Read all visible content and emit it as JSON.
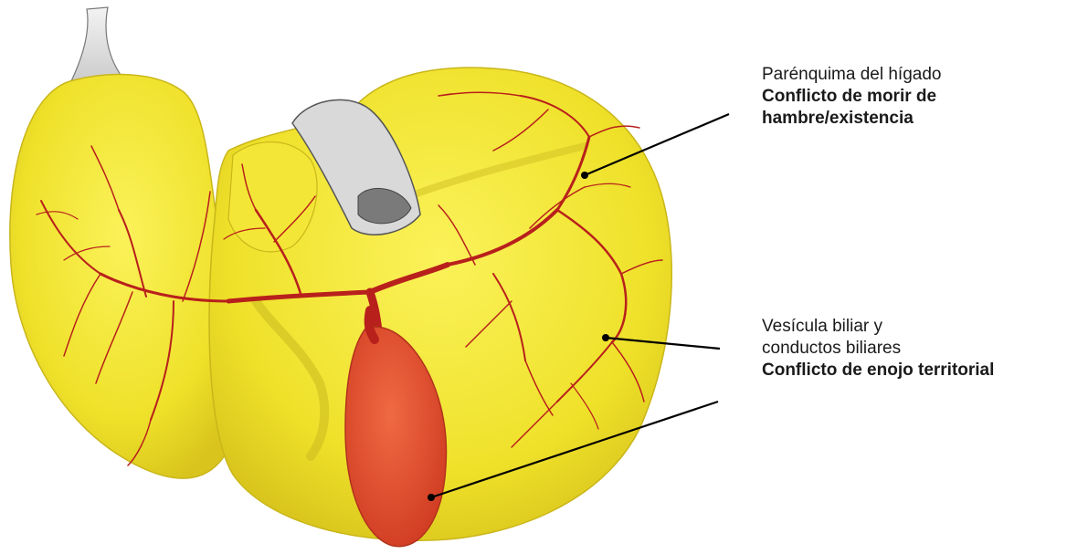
{
  "labels": {
    "liver": {
      "line1": "Parénquima del hígado",
      "line2": "Conflicto de morir de",
      "line3": "hambre/existencia"
    },
    "gallbladder": {
      "line1": "Vesícula biliar y",
      "line2": "conductos biliares",
      "line3": "Conflicto de enojo territorial"
    }
  },
  "colors": {
    "liver_fill": "#f2e62c",
    "liver_shade": "#d9c81e",
    "vessel": "#b8201c",
    "gallbladder": "#e2502e",
    "leader_line": "#000000"
  }
}
